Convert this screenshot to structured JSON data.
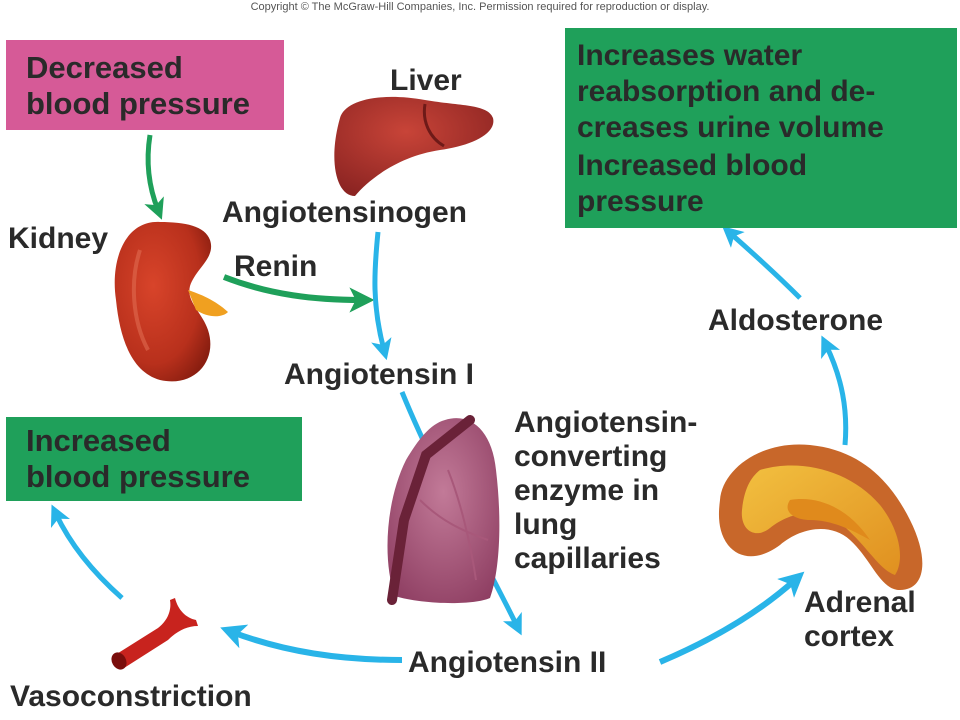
{
  "copyright": "Copyright © The McGraw-Hill Companies, Inc. Permission required for reproduction or display.",
  "boxes": {
    "decreased_bp": {
      "line1": "Decreased",
      "line2": "blood pressure"
    },
    "outcome_right": {
      "line1": "Increases water",
      "line2": "reabsorption and de-",
      "line3": "creases urine volume",
      "line4": "Increased blood",
      "line5": "pressure"
    },
    "outcome_left": {
      "line1": "Increased",
      "line2": "blood pressure"
    }
  },
  "labels": {
    "liver": "Liver",
    "kidney": "Kidney",
    "angiotensinogen": "Angiotensinogen",
    "renin": "Renin",
    "angiotensin_1": "Angiotensin I",
    "ace_line1": "Angiotensin-",
    "ace_line2": "converting",
    "ace_line3": "enzyme in",
    "ace_line4": "lung",
    "ace_line5": "capillaries",
    "angiotensin_2": "Angiotensin II",
    "vasoconstriction": "Vasoconstriction",
    "aldosterone": "Aldosterone",
    "adrenal_line1": "Adrenal",
    "adrenal_line2": "cortex"
  },
  "colors": {
    "pink_box": "#d65a97",
    "green_box": "#1fa05a",
    "blue_arrow": "#29b4e8",
    "green_arrow": "#1fa05a",
    "text": "#2a2a2a"
  }
}
